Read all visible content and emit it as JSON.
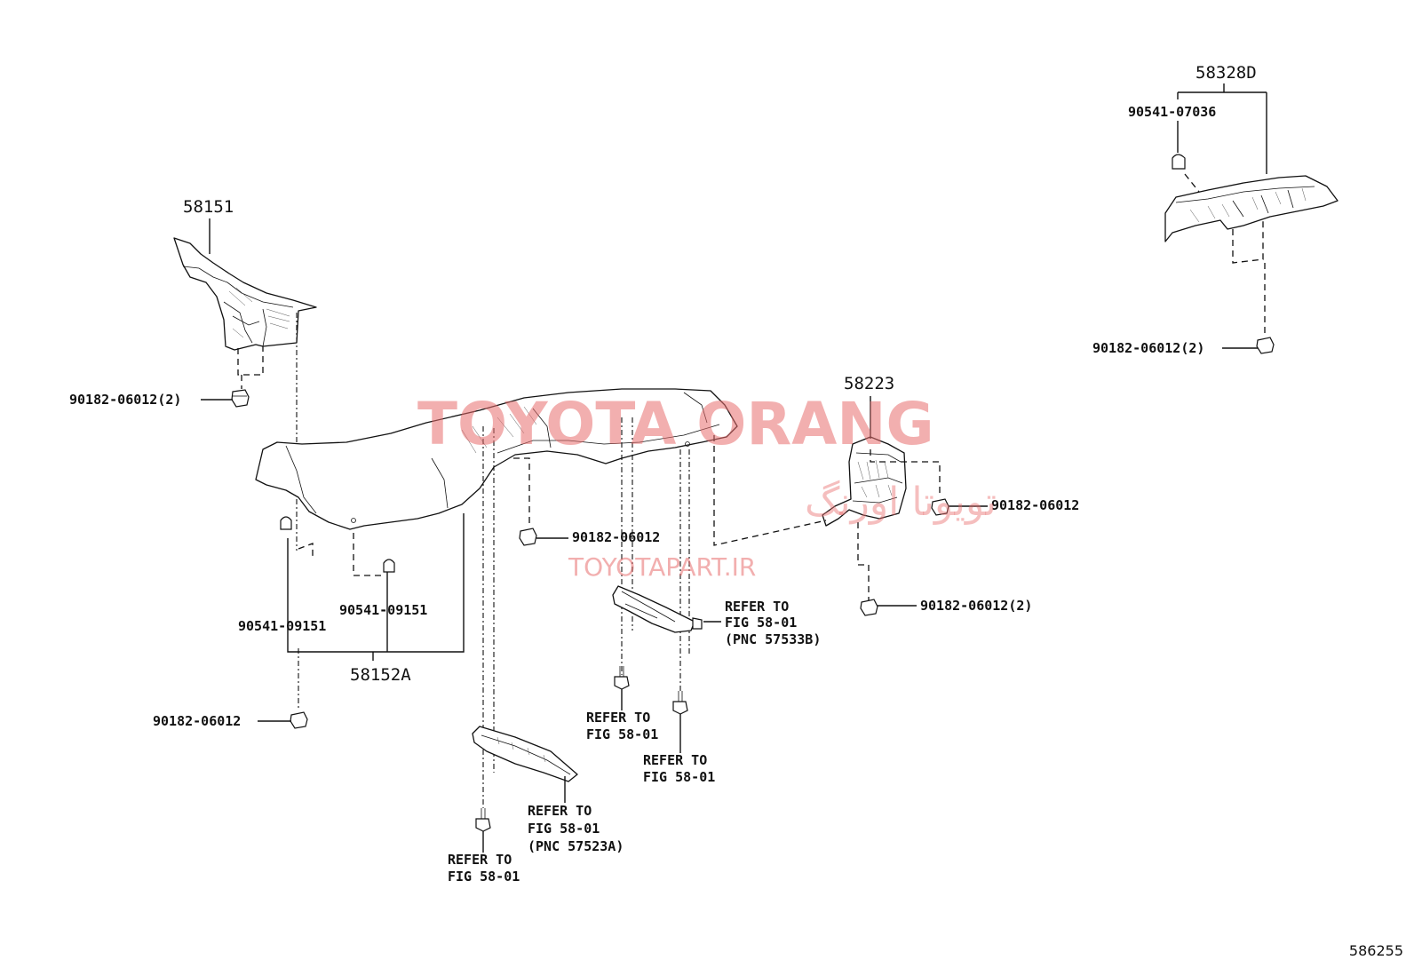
{
  "parts": {
    "p58151": "58151",
    "p58152A": "58152A",
    "p58223": "58223",
    "p58328D": "58328D"
  },
  "fasteners": {
    "nut_58151": "90182-06012(2)",
    "clip_top": "90541-07036",
    "nut_top": "90182-06012(2)",
    "clip_left": "90541-09151",
    "clip_center": "90541-09151",
    "nut_left_bottom": "90182-06012",
    "nut_center": "90182-06012",
    "nut_58223_right": "90182-06012",
    "nut_58223_bottom": "90182-06012(2)"
  },
  "references": {
    "ref1": {
      "l1": "REFER TO",
      "l2": "FIG 58-01",
      "l3": "(PNC 57533B)"
    },
    "ref2": {
      "l1": "REFER TO",
      "l2": "FIG 58-01"
    },
    "ref3": {
      "l1": "REFER TO",
      "l2": "FIG 58-01"
    },
    "ref4": {
      "l1": "REFER TO",
      "l2": "FIG 58-01",
      "l3": "(PNC 57523A)"
    },
    "ref5": {
      "l1": "REFER TO",
      "l2": "FIG 58-01"
    }
  },
  "watermark": {
    "brand": "TOYOTA ORANG",
    "brand_fa": "تویوتا اورنگ",
    "site": "TOYOTAPART.IR"
  },
  "figure_number": "586255",
  "colors": {
    "ink": "#111111",
    "watermark": "#e86e6e",
    "background": "#ffffff"
  }
}
